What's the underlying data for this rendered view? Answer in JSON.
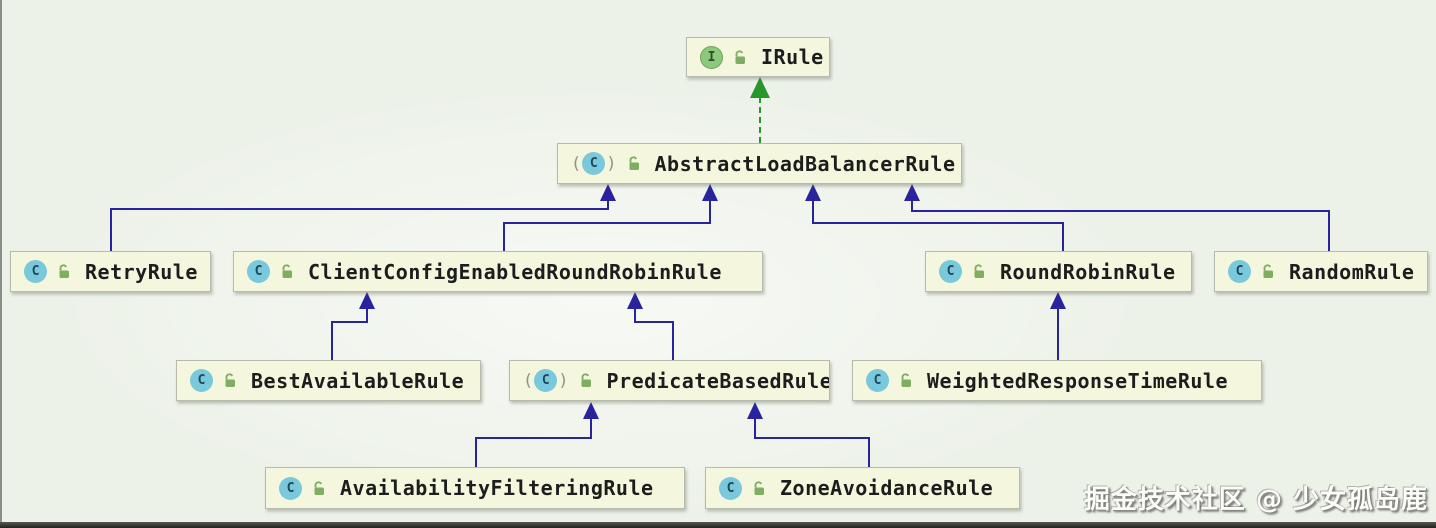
{
  "diagram": {
    "title": "IRule load-balancing rule class hierarchy",
    "icons": {
      "interface_letter": "I",
      "class_letter": "C",
      "abstract_paren_open": "(",
      "abstract_paren_close": ")"
    },
    "colors": {
      "canvas_bg": "#edf2e9",
      "node_fill": "#f4f7dd",
      "node_border": "#b6bcab",
      "node_text": "#1d1d1d",
      "extends_arrow": "#29249e",
      "implements_arrow": "#27962b",
      "class_icon_bg": "#7ac8dc",
      "interface_icon_bg": "#8cc97c",
      "lock_icon": "#7fae62"
    },
    "nodes": [
      {
        "label": "IRule",
        "kind": "interface",
        "visibility": "public"
      },
      {
        "label": "AbstractLoadBalancerRule",
        "kind": "abstract-class",
        "visibility": "public"
      },
      {
        "label": "RetryRule",
        "kind": "class",
        "visibility": "public"
      },
      {
        "label": "ClientConfigEnabledRoundRobinRule",
        "kind": "class",
        "visibility": "public"
      },
      {
        "label": "RoundRobinRule",
        "kind": "class",
        "visibility": "public"
      },
      {
        "label": "RandomRule",
        "kind": "class",
        "visibility": "public"
      },
      {
        "label": "BestAvailableRule",
        "kind": "class",
        "visibility": "public"
      },
      {
        "label": "PredicateBasedRule",
        "kind": "abstract-class",
        "visibility": "public"
      },
      {
        "label": "WeightedResponseTimeRule",
        "kind": "class",
        "visibility": "public"
      },
      {
        "label": "AvailabilityFilteringRule",
        "kind": "class",
        "visibility": "public"
      },
      {
        "label": "ZoneAvoidanceRule",
        "kind": "class",
        "visibility": "public"
      }
    ],
    "edges": [
      {
        "from": "AbstractLoadBalancerRule",
        "to": "IRule",
        "type": "implements"
      },
      {
        "from": "RetryRule",
        "to": "AbstractLoadBalancerRule",
        "type": "extends"
      },
      {
        "from": "ClientConfigEnabledRoundRobinRule",
        "to": "AbstractLoadBalancerRule",
        "type": "extends"
      },
      {
        "from": "RoundRobinRule",
        "to": "AbstractLoadBalancerRule",
        "type": "extends"
      },
      {
        "from": "RandomRule",
        "to": "AbstractLoadBalancerRule",
        "type": "extends"
      },
      {
        "from": "BestAvailableRule",
        "to": "ClientConfigEnabledRoundRobinRule",
        "type": "extends"
      },
      {
        "from": "PredicateBasedRule",
        "to": "ClientConfigEnabledRoundRobinRule",
        "type": "extends"
      },
      {
        "from": "WeightedResponseTimeRule",
        "to": "RoundRobinRule",
        "type": "extends"
      },
      {
        "from": "AvailabilityFilteringRule",
        "to": "PredicateBasedRule",
        "type": "extends"
      },
      {
        "from": "ZoneAvoidanceRule",
        "to": "PredicateBasedRule",
        "type": "extends"
      }
    ]
  },
  "watermark": {
    "text": "掘金技术社区 @ 少女孤岛鹿"
  }
}
